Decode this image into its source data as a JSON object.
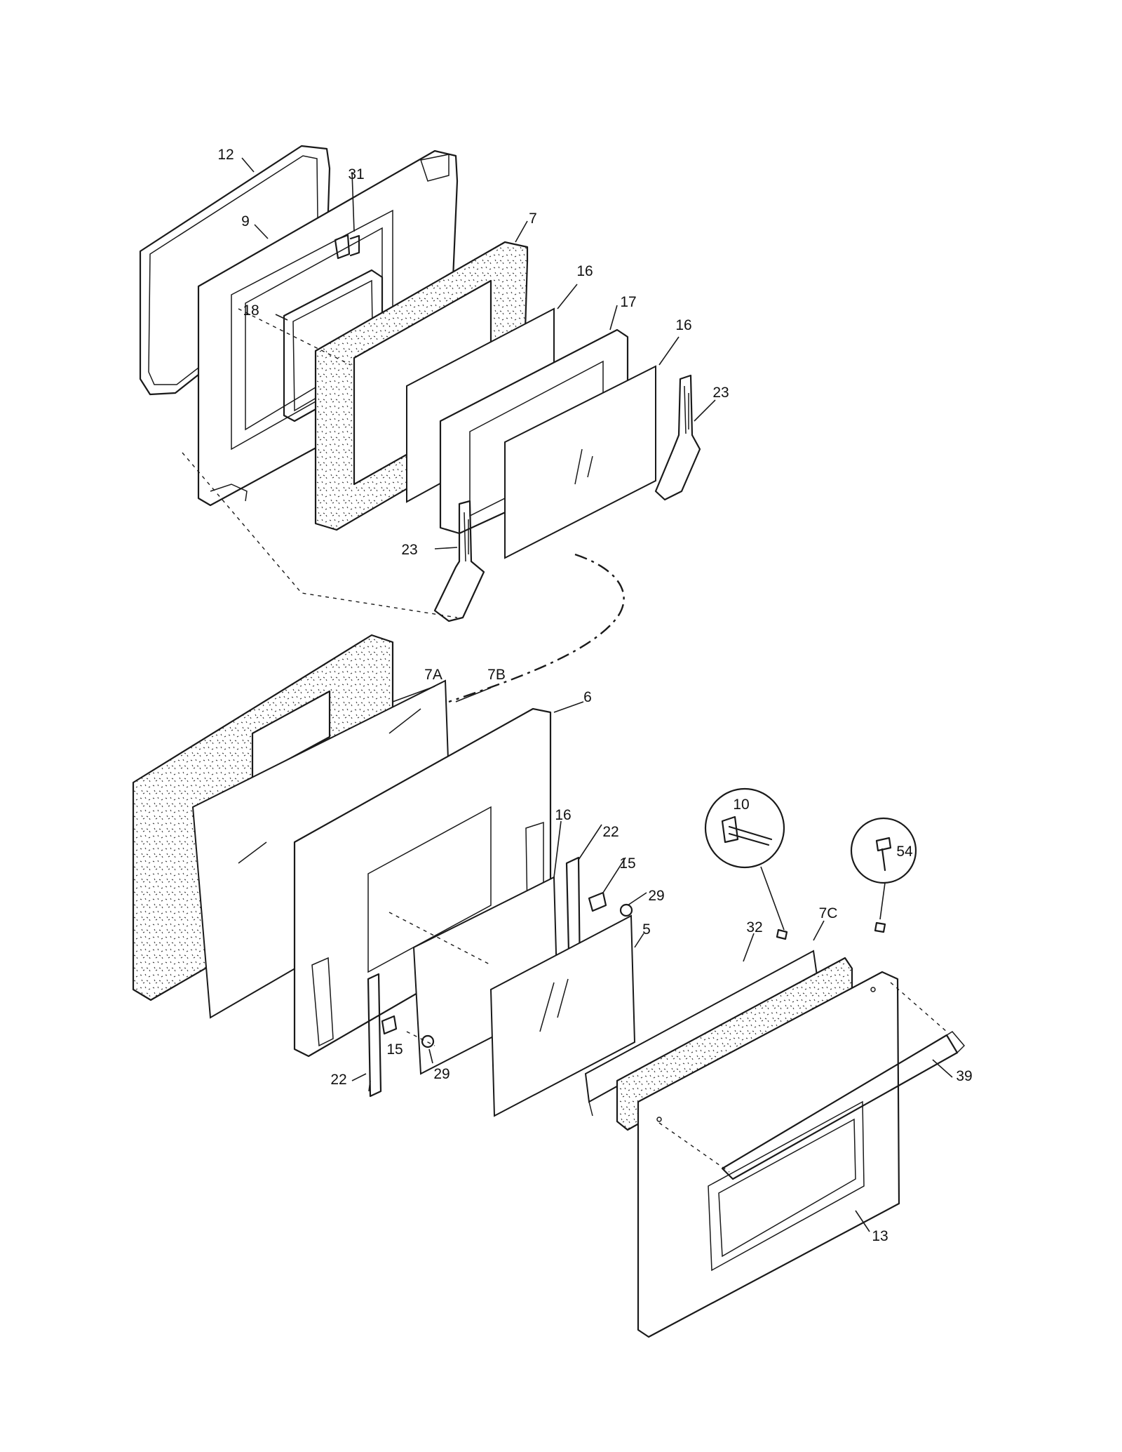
{
  "labels": {
    "p12": "12",
    "p31": "31",
    "p9": "9",
    "p7": "7",
    "p16a": "16",
    "p18": "18",
    "p17": "17",
    "p16b": "16",
    "p23a": "23",
    "p23b": "23",
    "p7A": "7A",
    "p7B": "7B",
    "p6": "6",
    "p16c": "16",
    "p22a": "22",
    "p15a": "15",
    "p10": "10",
    "p54": "54",
    "p29a": "29",
    "p7C": "7C",
    "p32": "32",
    "p5": "5",
    "p15b": "15",
    "p29b": "29",
    "p22b": "22",
    "p39": "39",
    "p13": "13"
  }
}
